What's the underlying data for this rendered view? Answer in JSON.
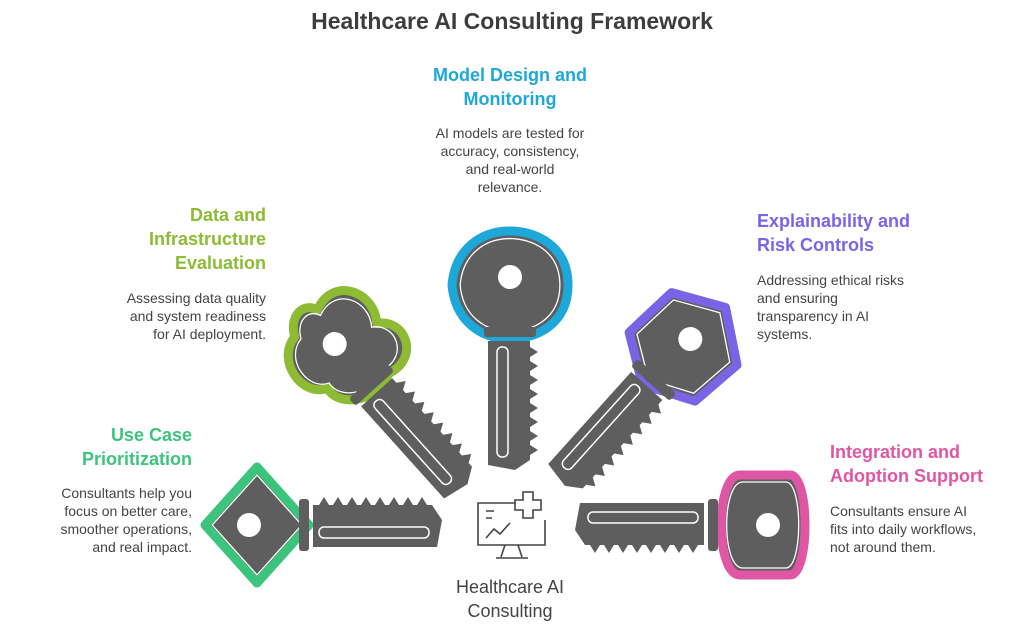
{
  "title": "Healthcare AI Consulting Framework",
  "center": {
    "label_lines": [
      "Healthcare AI",
      "Consulting"
    ],
    "icon": "monitor-chart-medical-cross-icon"
  },
  "colors": {
    "key_body": "#5e5e5e"
  },
  "sections": [
    {
      "id": "use-case",
      "title_lines": [
        "Use Case",
        "Prioritization"
      ],
      "desc_lines": [
        "Consultants help you",
        "focus on better care,",
        "smoother operations,",
        "and real impact."
      ],
      "color": "#3cc47c"
    },
    {
      "id": "data",
      "title_lines": [
        "Data and",
        "Infrastructure",
        "Evaluation"
      ],
      "desc_lines": [
        "Assessing data quality",
        "and system readiness",
        "for AI deployment."
      ],
      "color": "#8dbb33"
    },
    {
      "id": "model",
      "title_lines": [
        "Model Design and",
        "Monitoring"
      ],
      "desc_lines": [
        "AI models are tested for",
        "accuracy, consistency,",
        "and real-world",
        "relevance."
      ],
      "color": "#1ea7d9"
    },
    {
      "id": "explain",
      "title_lines": [
        "Explainability and",
        "Risk Controls"
      ],
      "desc_lines": [
        "Addressing ethical risks",
        "and ensuring",
        "transparency in AI",
        "systems."
      ],
      "color": "#7b63e6"
    },
    {
      "id": "integration",
      "title_lines": [
        "Integration and",
        "Adoption Support"
      ],
      "desc_lines": [
        "Consultants ensure AI",
        "fits into daily workflows,",
        "not around them."
      ],
      "color": "#df56a4"
    }
  ]
}
